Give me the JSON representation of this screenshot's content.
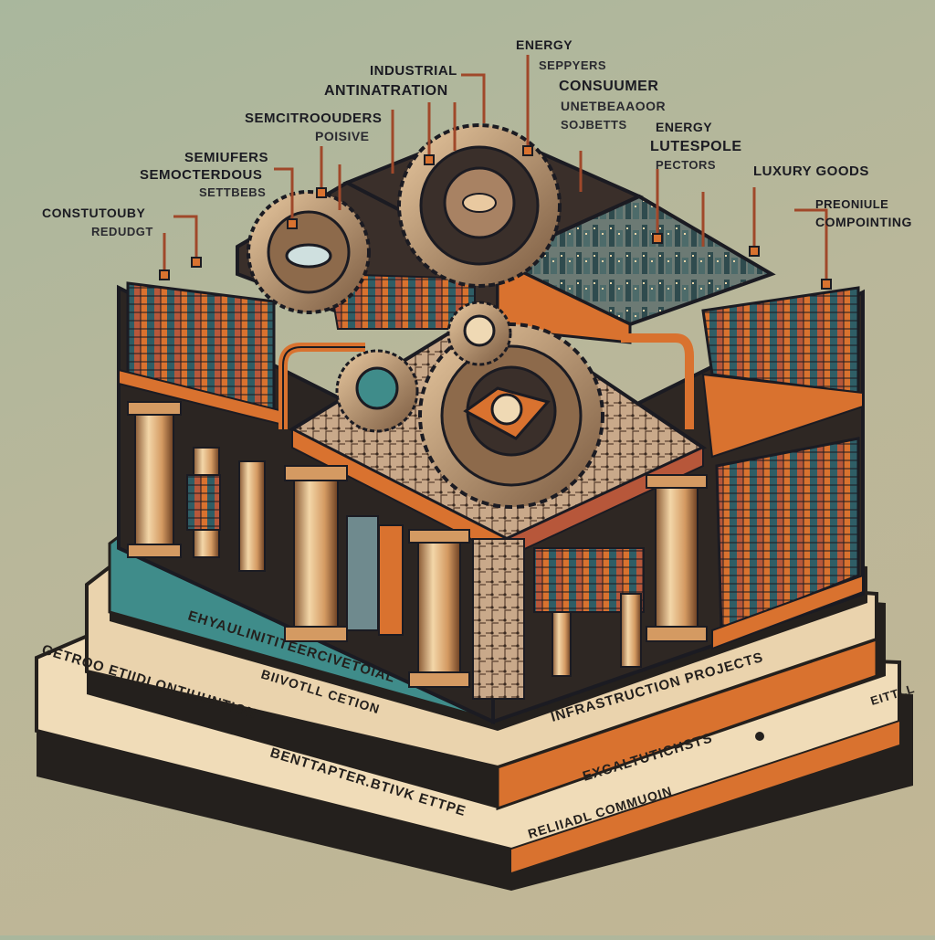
{
  "colors": {
    "background": "#b5b79b",
    "ink": "#1b1b22",
    "orange": "#d9722f",
    "teal": "#3f8c8a",
    "cream": "#efd9b4",
    "dark_base": "#24201d"
  },
  "callouts": {
    "energy_suppliers": {
      "line1": "ENERGY",
      "line2": "SEPPYERS"
    },
    "industrial": {
      "line1": "INDUSTRIAL",
      "line2": "ANTINATRATION"
    },
    "consumer": {
      "line1": "CONSUUMER",
      "line2": "UNETBEAAOOR",
      "line3": "SOJBETTS"
    },
    "semiconductors": {
      "line1": "SEMCITROOUDERS",
      "line2": "POISIVE"
    },
    "energy_lutespole": {
      "line1": "ENERGY",
      "line2": "LUTESPOLE",
      "line3": "PECTORS"
    },
    "semiconductors_left": {
      "line1": "SEMIUFERS",
      "line2": "SEMOCTERDOUS",
      "line3": "SETTBEBS"
    },
    "luxury_goods": {
      "line1": "LUXURY GOODS"
    },
    "consutoury": {
      "line1": "CONSTUTOUBY",
      "line2": "REDUDGT"
    },
    "premium": {
      "line1": "PREONIULE",
      "line2": "COMPOINTING"
    }
  },
  "base_labels": {
    "tier1_left": "EHYAULINITITEERCIVETOIAL",
    "tier1_right": "INFRASTRUCTION PROJECTS",
    "tier2_center": "BIIVOTLL CETION",
    "tier2_right": "EXCALTUTICHSTS",
    "tier2_far_right": "EITTLL",
    "tier3_left": "GETROO ETIIDI ONTIUUNTION",
    "tier3_center": "BENTTAPTER.BTIVK ETTPE",
    "tier3_right": "RELIIADL COMMUOIN"
  }
}
